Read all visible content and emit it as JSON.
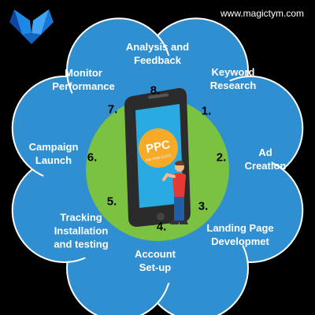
{
  "header": {
    "website": "www.magictym.com",
    "logo_icon": "geometric-bird-logo-icon"
  },
  "center": {
    "badge_title": "PPC",
    "badge_subtitle": "PAY PER CLICK"
  },
  "steps": [
    {
      "number": "1.",
      "label_lines": [
        "Keyword",
        "Research"
      ]
    },
    {
      "number": "2.",
      "label_lines": [
        "Ad",
        "Creation"
      ]
    },
    {
      "number": "3.",
      "label_lines": [
        "Landing Page",
        "Developmet"
      ]
    },
    {
      "number": "4.",
      "label_lines": [
        "Account",
        "Set-up"
      ]
    },
    {
      "number": "5.",
      "label_lines": [
        "Tracking",
        "Installation",
        "and testing"
      ]
    },
    {
      "number": "6.",
      "label_lines": [
        "Campaign",
        "Launch"
      ]
    },
    {
      "number": "7.",
      "label_lines": [
        "Monitor",
        "Performance"
      ]
    },
    {
      "number": "8.",
      "label_lines": [
        "Analysis and",
        "Feedback"
      ]
    }
  ],
  "colors": {
    "background": "#000000",
    "flower_petals": "#2f8fd1",
    "petal_outline": "#ffffff",
    "center_circle": "#7cc242",
    "badge": "#f7a928",
    "phone_body": "#2b2b2b",
    "phone_screen": "#29abe2"
  }
}
